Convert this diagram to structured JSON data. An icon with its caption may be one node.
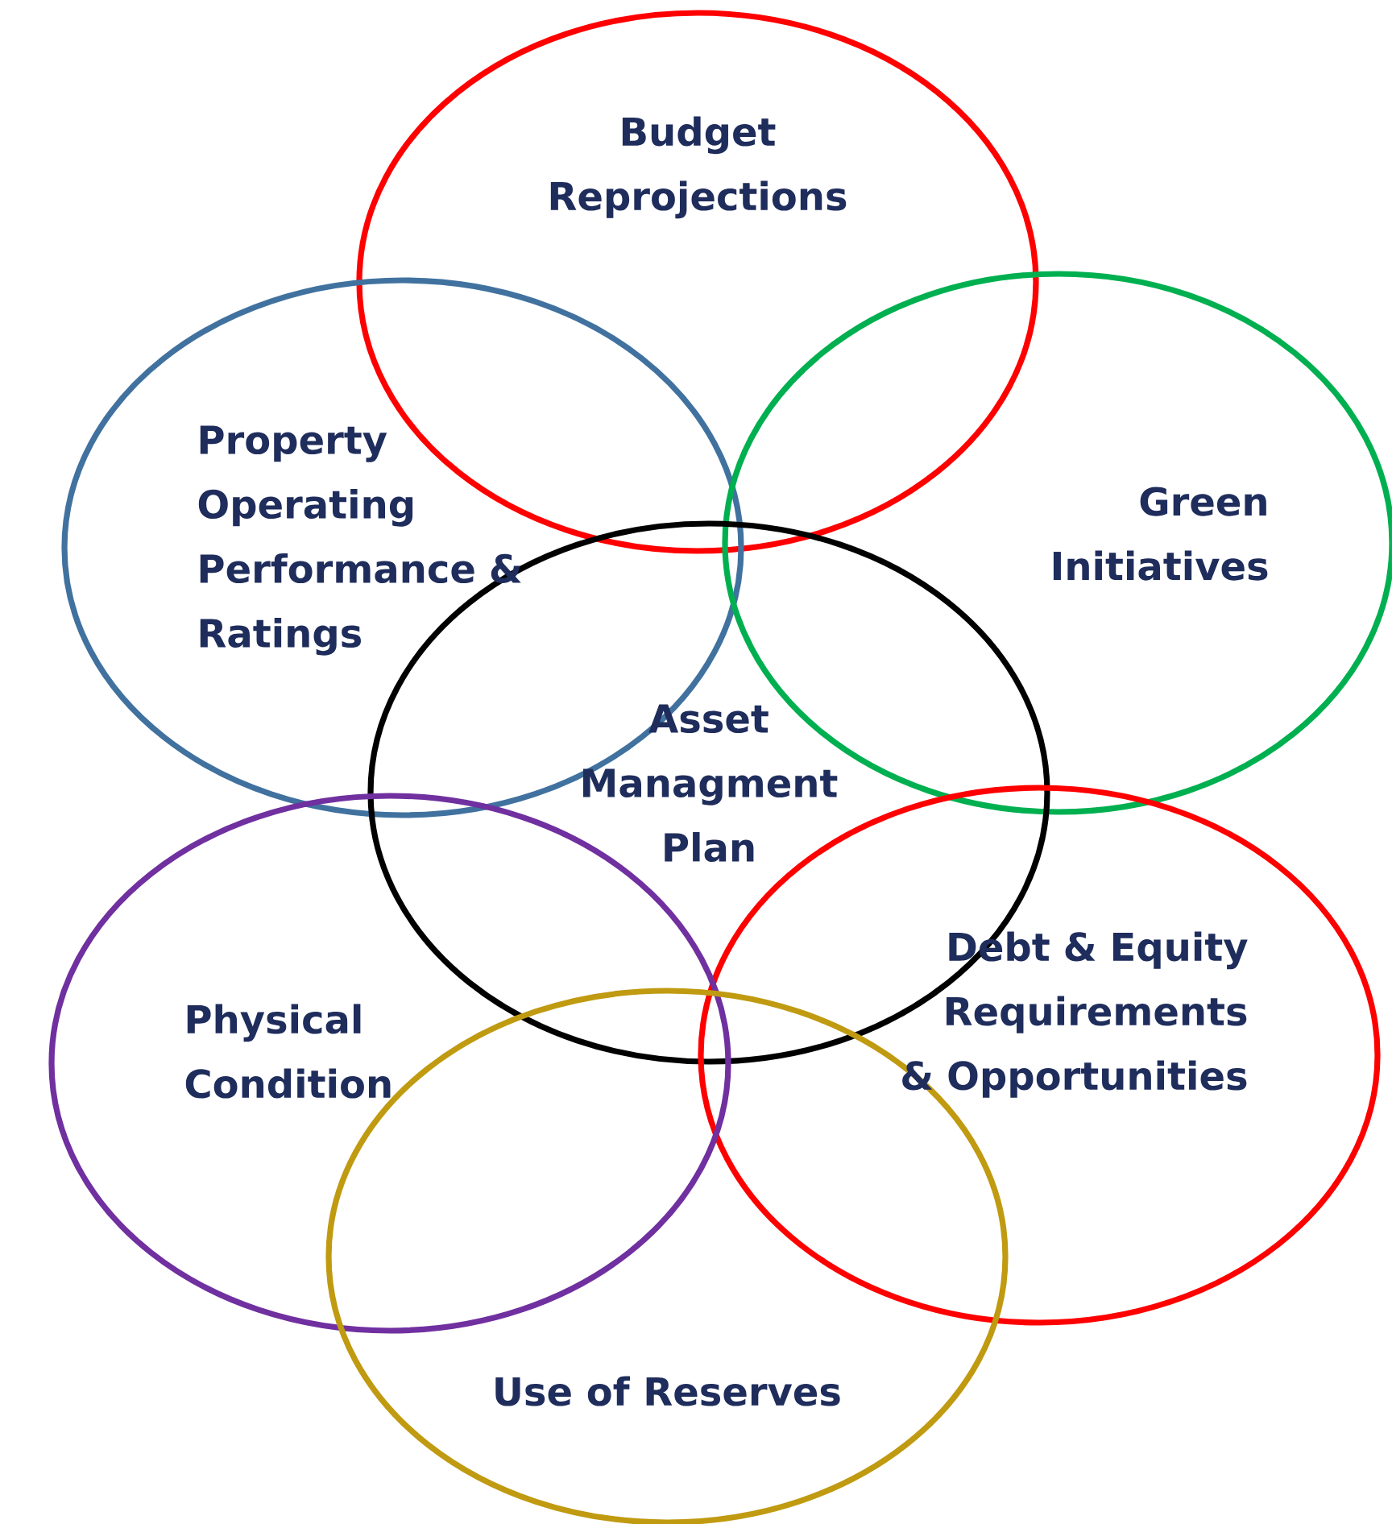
{
  "diagram": {
    "nodes": [
      {
        "text": [
          "Budget Reprojections"
        ]
      },
      {
        "text": [
          "Property Operating Performance & Ratings"
        ]
      },
      {
        "text": [
          "Green Initiatives"
        ]
      },
      {
        "text": [
          "Asset Managment Plan"
        ]
      },
      {
        "text": [
          "Debt & Equity Requirements & Opportunities"
        ]
      },
      {
        "text": [
          "Physical Condition"
        ]
      },
      {
        "text": [
          "Use of Reserves"
        ]
      }
    ]
  }
}
